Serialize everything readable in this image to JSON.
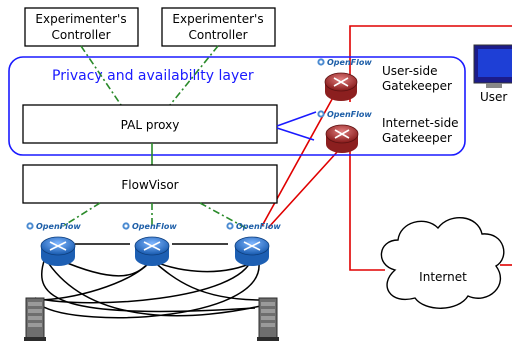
{
  "diagram": {
    "controllers": [
      {
        "line1": "Experimenter's",
        "line2": "Controller"
      },
      {
        "line1": "Experimenter's",
        "line2": "Controller"
      }
    ],
    "pal_layer_title": "Privacy and availability layer",
    "pal_proxy": "PAL proxy",
    "flowvisor": "FlowVisor",
    "openflow_label": "OpenFlow",
    "user_gatekeeper": {
      "line1": "User-side",
      "line2": "Gatekeeper"
    },
    "internet_gatekeeper": {
      "line1": "Internet-side",
      "line2": "Gatekeeper"
    },
    "user": "User",
    "internet": "Internet",
    "colors": {
      "pal_layer": "#1a1aff",
      "control_link": "#2a8a2a",
      "red_link": "#e00000",
      "switch_blue": "#2b72c8",
      "switch_red": "#a52828"
    }
  }
}
